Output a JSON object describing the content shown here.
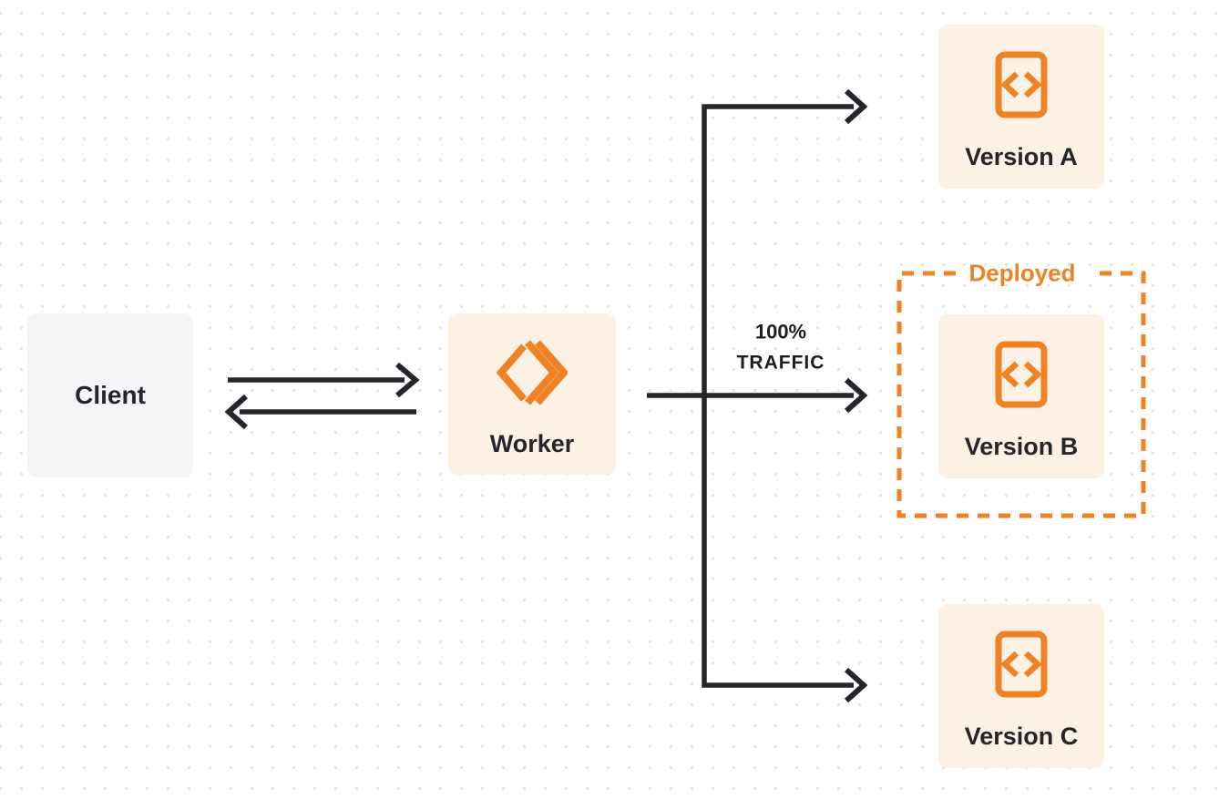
{
  "theme": {
    "background": "#ffffff",
    "dot": "#e4e4e7",
    "orange": "#EF8222",
    "cream": "#FBF1E4",
    "gray_box": "#F5F5F7",
    "ink": "#26252B"
  },
  "nodes": {
    "client": {
      "label": "Client"
    },
    "worker": {
      "label": "Worker"
    },
    "version_a": {
      "label": "Version A"
    },
    "version_b": {
      "label": "Version B"
    },
    "version_c": {
      "label": "Version C"
    }
  },
  "annotations": {
    "deployed": {
      "label": "Deployed"
    },
    "traffic": {
      "line1": "100%",
      "line2": "TRAFFIC"
    }
  },
  "icons": {
    "worker": "workers-logo-icon",
    "versions": "code-file-icon"
  }
}
